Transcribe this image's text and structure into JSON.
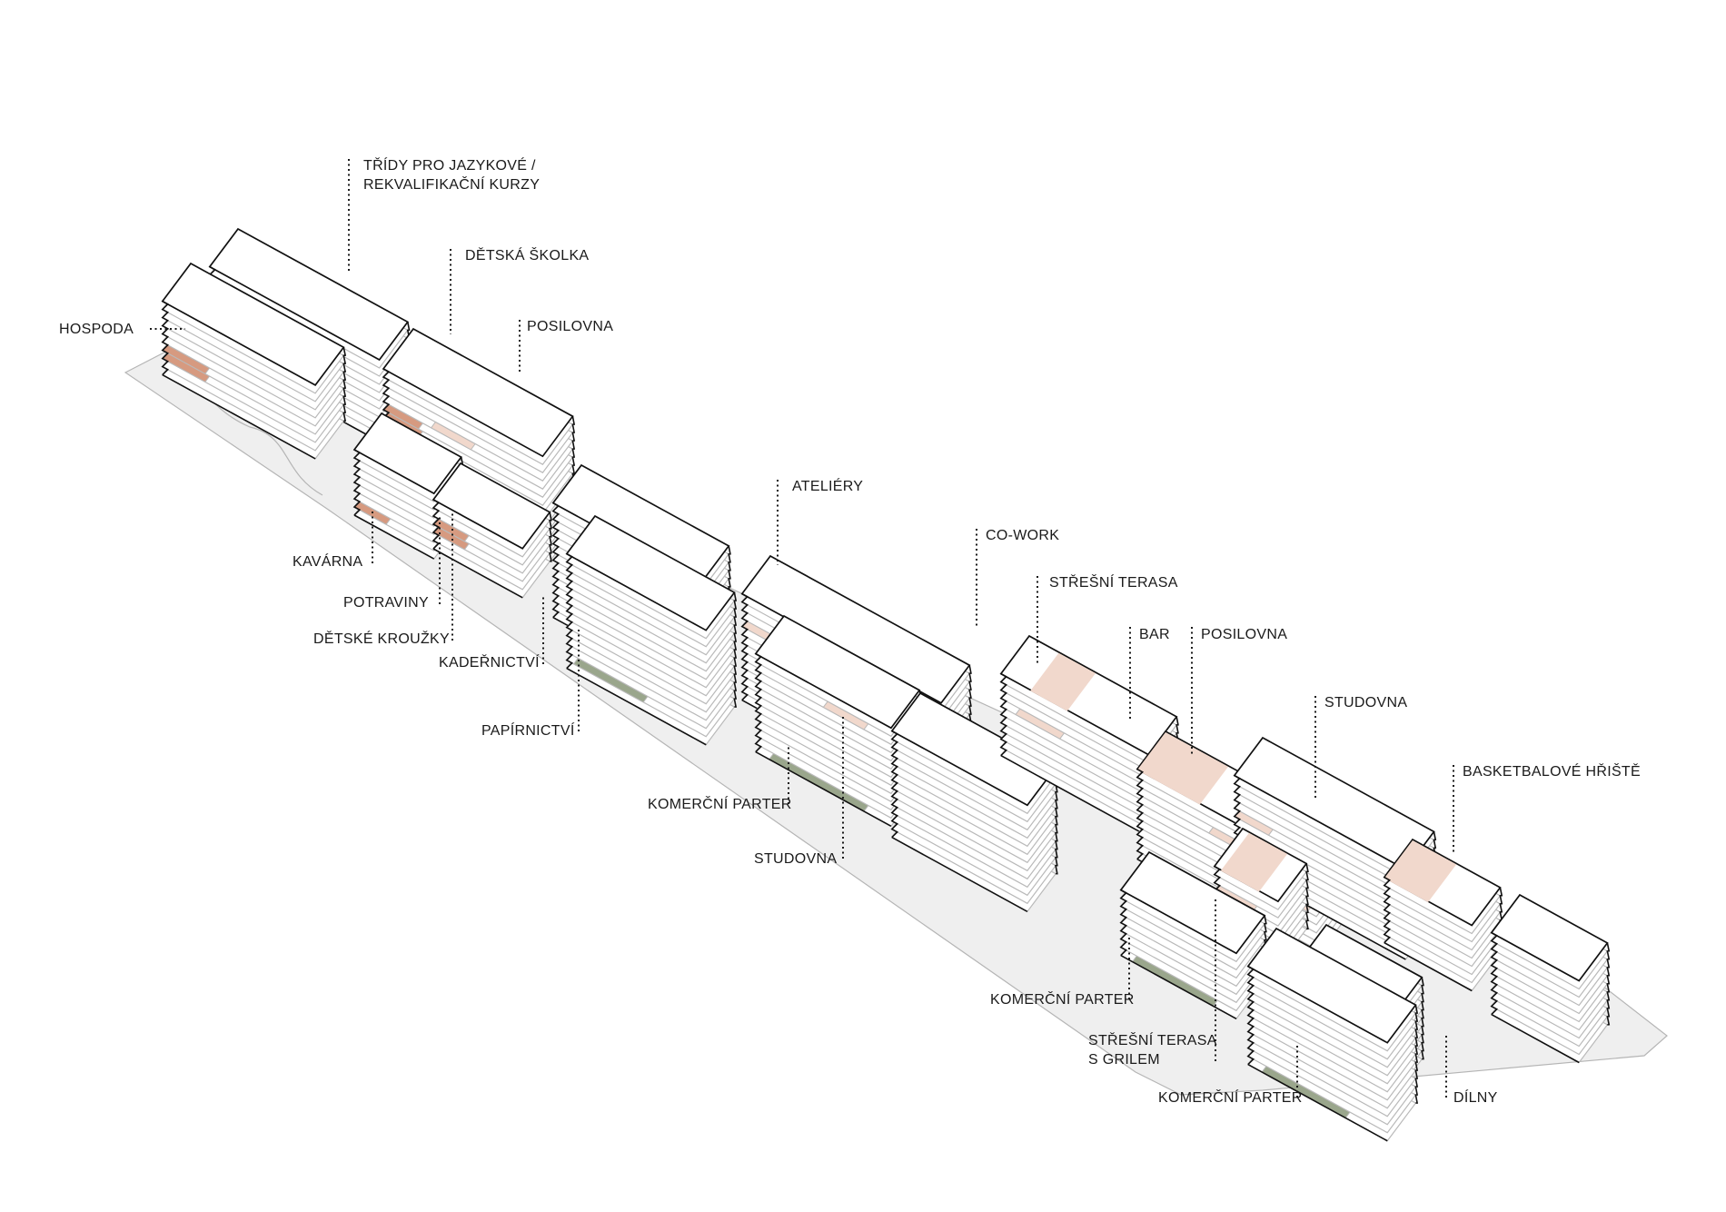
{
  "colors": {
    "background": "#ffffff",
    "site": "#efefef",
    "hospitality": "#d69a80",
    "community": "#f1d8cc",
    "commercial": "#9aa68c",
    "line": "#111111"
  },
  "labels": [
    {
      "id": "tridy",
      "lines": [
        "TŘÍDY PRO JAZYKOVÉ /",
        "REKVALIFIKAČNÍ KURZY"
      ]
    },
    {
      "id": "skolka",
      "lines": [
        "DĚTSKÁ ŠKOLKA"
      ]
    },
    {
      "id": "hospoda",
      "lines": [
        "HOSPODA"
      ]
    },
    {
      "id": "posilovna1",
      "lines": [
        "POSILOVNA"
      ]
    },
    {
      "id": "ateliery",
      "lines": [
        "ATELIÉRY"
      ]
    },
    {
      "id": "kavarna",
      "lines": [
        "KAVÁRNA"
      ]
    },
    {
      "id": "potraviny",
      "lines": [
        "POTRAVINY"
      ]
    },
    {
      "id": "krouzky",
      "lines": [
        "DĚTSKÉ KROUŽKY"
      ]
    },
    {
      "id": "kadernictvi",
      "lines": [
        "KADEŘNICTVÍ"
      ]
    },
    {
      "id": "papirnictvi",
      "lines": [
        "PAPÍRNICTVÍ"
      ]
    },
    {
      "id": "cowork",
      "lines": [
        "CO-WORK"
      ]
    },
    {
      "id": "terasa1",
      "lines": [
        "STŘEŠNÍ TERASA"
      ]
    },
    {
      "id": "bar",
      "lines": [
        "BAR"
      ]
    },
    {
      "id": "posilovna2",
      "lines": [
        "POSILOVNA"
      ]
    },
    {
      "id": "studovna1",
      "lines": [
        "STUDOVNA"
      ]
    },
    {
      "id": "basket",
      "lines": [
        "BASKETBALOVÉ HŘIŠTĚ"
      ]
    },
    {
      "id": "parter1",
      "lines": [
        "KOMERČNÍ PARTER"
      ]
    },
    {
      "id": "studovna2",
      "lines": [
        "STUDOVNA"
      ]
    },
    {
      "id": "parter2",
      "lines": [
        "KOMERČNÍ PARTER"
      ]
    },
    {
      "id": "terasa2",
      "lines": [
        "STŘEŠNÍ TERASA",
        "S GRILEM"
      ]
    },
    {
      "id": "parter3",
      "lines": [
        "KOMERČNÍ PARTER"
      ]
    },
    {
      "id": "dilny",
      "lines": [
        "DÍLNY"
      ]
    }
  ]
}
